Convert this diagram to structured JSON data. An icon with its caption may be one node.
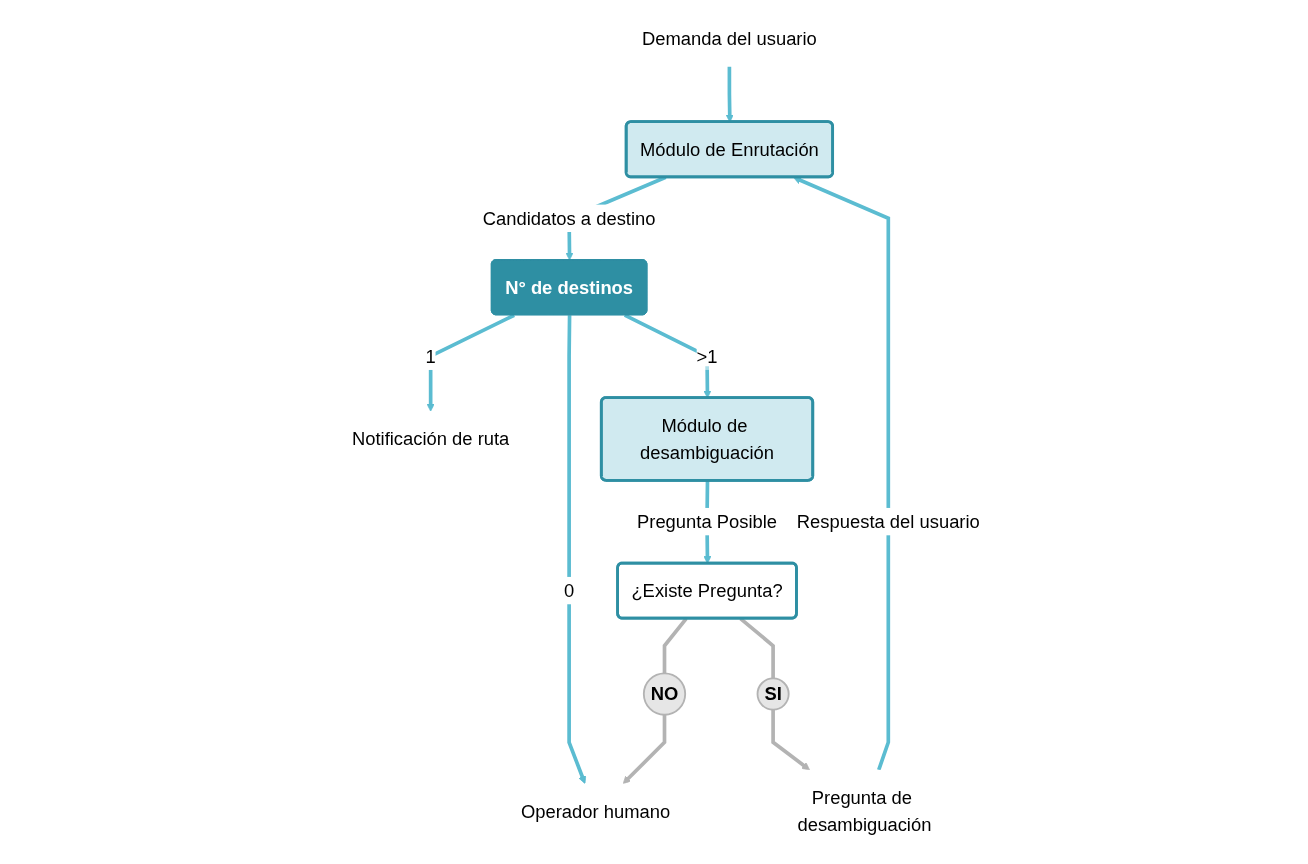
{
  "diagram": {
    "nodes": [
      {
        "text": [
          "Demanda del usuario"
        ]
      },
      {
        "text": [
          "Módulo de Enrutación"
        ]
      },
      {
        "text": [
          "N° de destinos"
        ]
      },
      {
        "text": [
          "Notificación de ruta"
        ]
      },
      {
        "text": [
          "Operador humano"
        ]
      },
      {
        "text": [
          "Módulo de desambiguación"
        ]
      },
      {
        "text": [
          "¿Existe Pregunta?"
        ]
      },
      {
        "text": [
          "SI"
        ]
      },
      {
        "text": [
          "NO"
        ]
      },
      {
        "text": [
          "Pregunta de desambiguación"
        ]
      }
    ],
    "edges": [
      {
        "from": 0,
        "to": 1,
        "arrow": "to"
      },
      {
        "from": 1,
        "to": 2,
        "arrow": "to",
        "label": "Candidatos a destino"
      },
      {
        "from": 2,
        "to": 3,
        "arrow": "to",
        "label": "1"
      },
      {
        "from": 2,
        "to": 4,
        "arrow": "to",
        "label": "0"
      },
      {
        "from": 2,
        "to": 5,
        "arrow": "to",
        "label": ">1"
      },
      {
        "from": 5,
        "to": 6,
        "arrow": "to",
        "label": "Pregunta Posible"
      },
      {
        "from": 6,
        "to": 7,
        "arrow": "none",
        "color": "#b3b3b3"
      },
      {
        "from": 7,
        "to": 9,
        "arrow": "to",
        "color": "#b3b3b3"
      },
      {
        "from": 6,
        "to": 8,
        "arrow": "none",
        "color": "#b3b3b3"
      },
      {
        "from": 8,
        "to": 4,
        "arrow": "to",
        "color": "#b3b3b3"
      },
      {
        "from": 9,
        "to": 1,
        "arrow": "to",
        "label": "Respuesta del usuario"
      }
    ]
  }
}
